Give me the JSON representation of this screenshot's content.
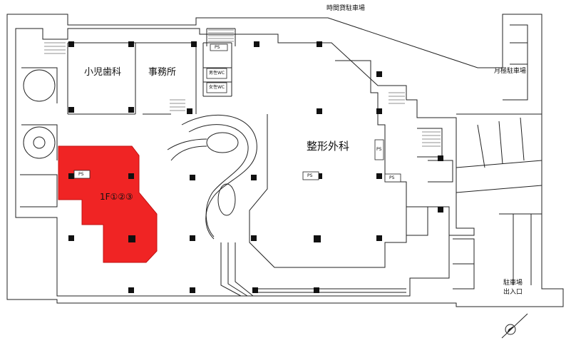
{
  "labels": {
    "hourly_parking": "時間貸駐車場",
    "monthly_parking": "月極駐車場",
    "pediatric_dental": "小児歯科",
    "office": "事務所",
    "orthopedics": "整形外科",
    "parking_entrance_line1": "駐車場",
    "parking_entrance_line2": "出入口",
    "men_wc": "男性WC",
    "women_wc": "女性WC",
    "ps": "PS",
    "highlighted_unit": "1F①②③"
  },
  "colors": {
    "highlight": "#f02424",
    "highlight_border": "#c01010",
    "line": "#222222",
    "column": "#111111"
  }
}
